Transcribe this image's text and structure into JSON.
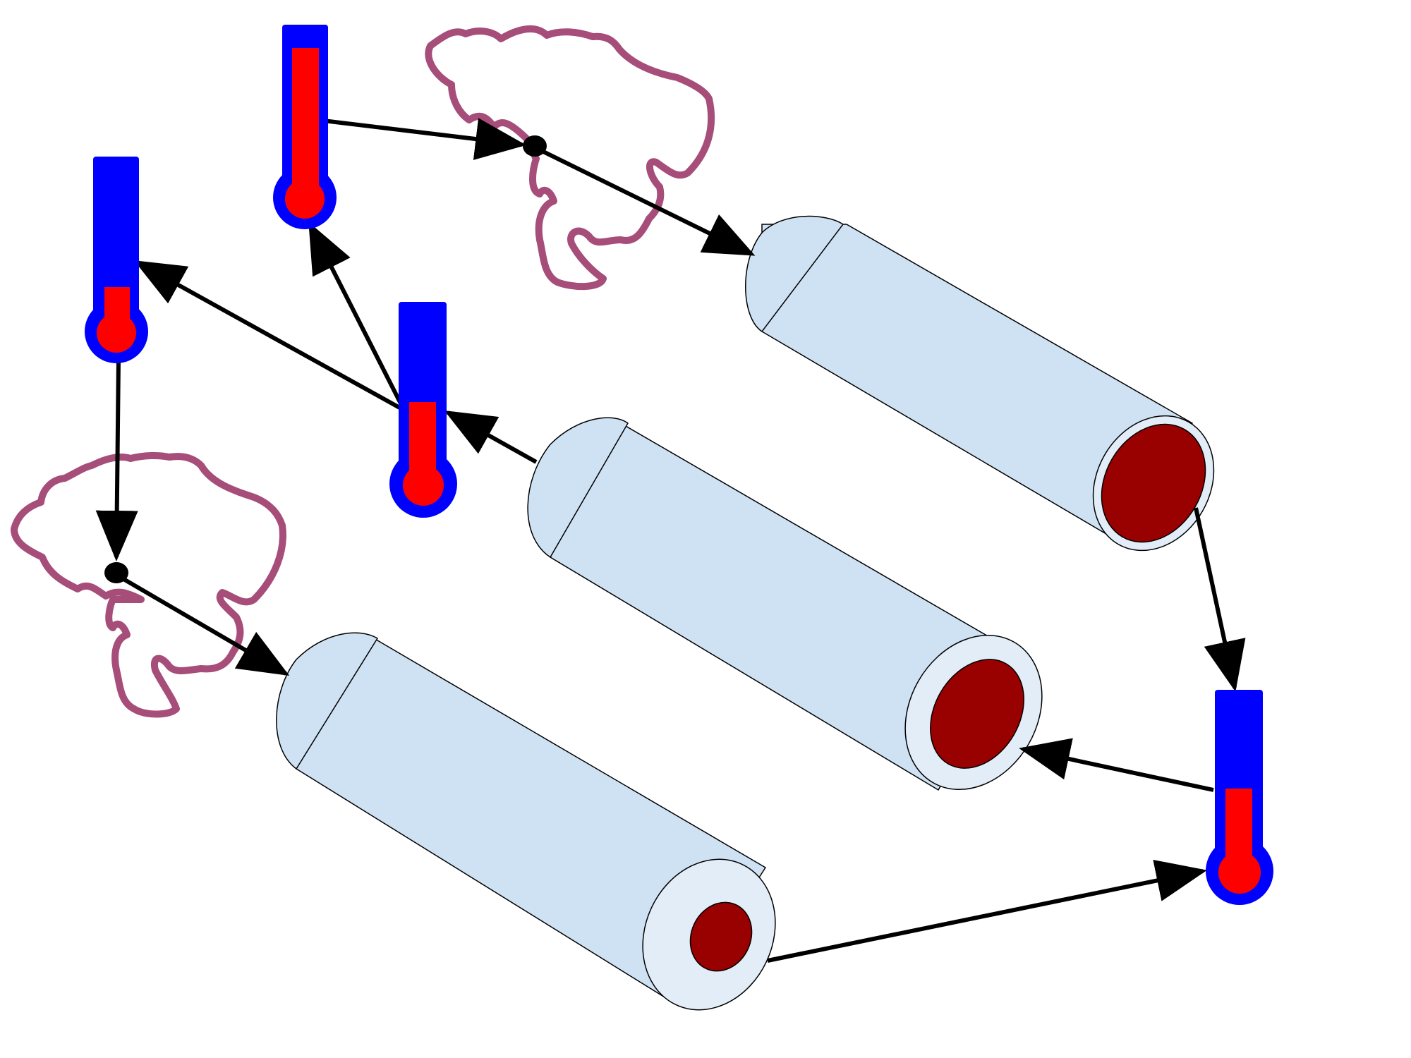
{
  "colors": {
    "thermometer_tube": "#0000ff",
    "thermometer_fluid": "#ff0000",
    "tube_body": "#cfe2f3",
    "tube_end": "#e3edf7",
    "tube_core": "#990000",
    "cloud": "#a64d79",
    "arrow": "#000000"
  },
  "thermometers": [
    {
      "id": "thermometer-top",
      "fill_level": 0.85
    },
    {
      "id": "thermometer-upper-left",
      "fill_level": 0.15
    },
    {
      "id": "thermometer-middle",
      "fill_level": 0.6
    },
    {
      "id": "thermometer-right",
      "fill_level": 0.5
    }
  ],
  "tubes": [
    {
      "id": "tube-top",
      "core": "large"
    },
    {
      "id": "tube-middle",
      "core": "medium"
    },
    {
      "id": "tube-bottom",
      "core": "small"
    }
  ],
  "clouds": [
    {
      "id": "cloud-top",
      "icon": "cloud-icon"
    },
    {
      "id": "cloud-left",
      "icon": "cloud-icon"
    }
  ]
}
